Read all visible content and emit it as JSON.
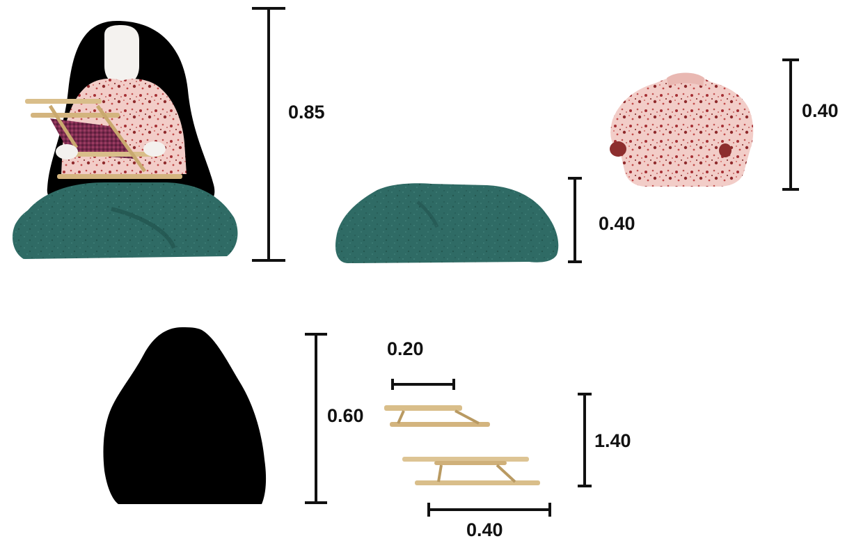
{
  "measurements": {
    "figure_height": "0.85",
    "rock_height": "0.40",
    "shirt_height": "0.40",
    "hair_height": "0.60",
    "loom_short_width": "0.20",
    "loom_length": "1.40",
    "loom_long_width": "0.40"
  },
  "colors": {
    "rock": "#2f6b65",
    "rock_dark": "#1f4e4a",
    "shirt": "#f1c9c4",
    "shirt_spots": "#b23a3a",
    "hair": "#000000",
    "wood": "#d9be8a",
    "wood_dark": "#b99a62",
    "skin": "#f3f1ee",
    "weave": "#7c2b4e",
    "dimension_line": "#111111"
  },
  "parts": [
    "seated-weaver-figure",
    "rock-seat",
    "shirt",
    "hair",
    "backstrap-loom"
  ]
}
